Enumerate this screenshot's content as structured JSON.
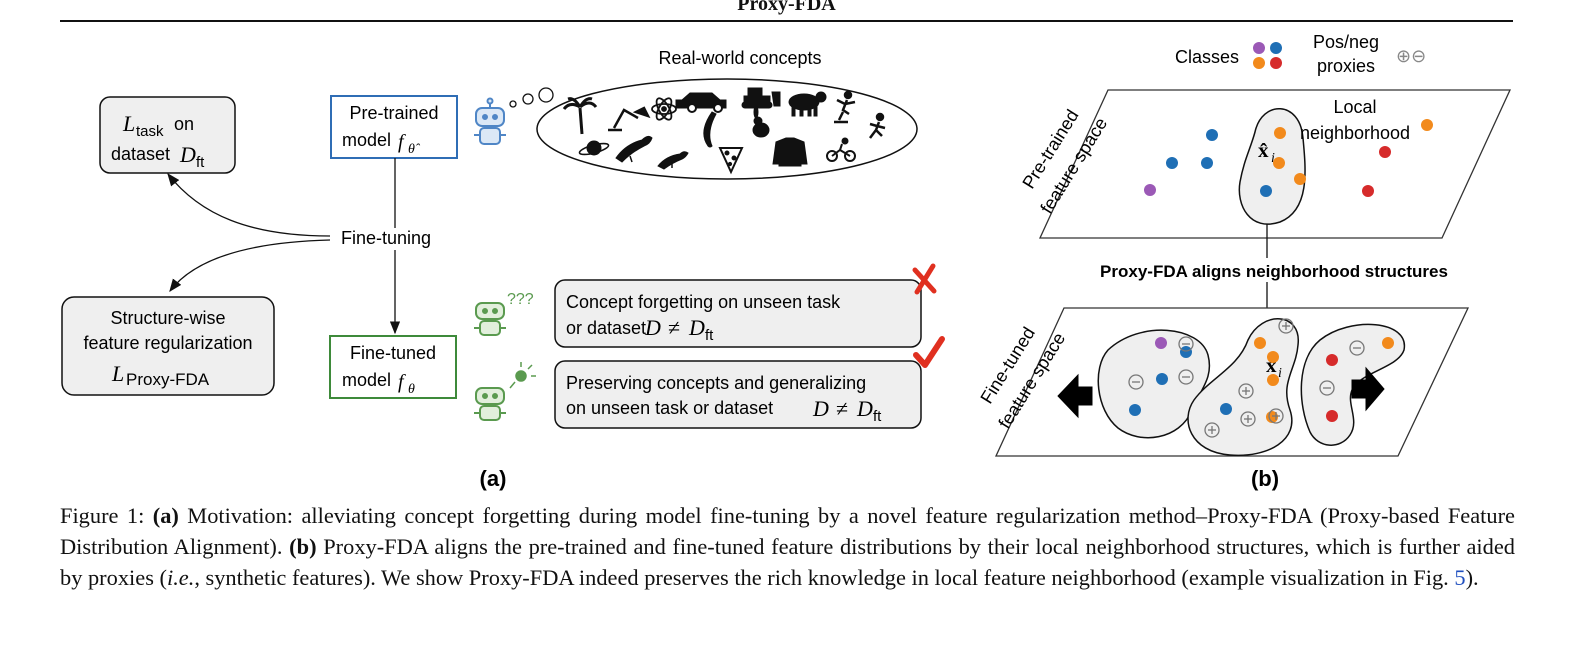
{
  "header": {
    "title": "Proxy-FDA"
  },
  "panel_a": {
    "label": "(a)",
    "task_loss": {
      "text_on": "on",
      "text_dataset": "dataset"
    },
    "fine_tuning": "Fine-tuning",
    "structure_reg": {
      "line1": "Structure-wise",
      "line2": "feature regularization"
    },
    "pretrained": {
      "line1": "Pre-trained",
      "line2": "model"
    },
    "finetuned": {
      "line1": "Fine-tuned",
      "line2": "model"
    },
    "concepts_title": "Real-world concepts",
    "question_marks": "???",
    "forgetting": {
      "line1": "Concept forgetting on unseen task",
      "line2": "or dataset"
    },
    "preserving": {
      "line1": "Preserving concepts and generalizing",
      "line2": "on unseen task or dataset"
    },
    "concept_icons": [
      "palm-tree",
      "desk-lamp",
      "atom",
      "car",
      "bulldozer",
      "cow",
      "skater",
      "runner",
      "planet",
      "bird",
      "bird",
      "banana",
      "rabbit",
      "pizza-slice",
      "sweater",
      "cyclist"
    ]
  },
  "panel_b": {
    "label": "(b)",
    "legend_classes": "Classes",
    "legend_proxies": {
      "line1": "Pos/neg",
      "line2": "proxies",
      "symbols": "⊕⊖"
    },
    "pretrained_space": {
      "line1": "Pre-trained",
      "line2": "feature space"
    },
    "local_neighborhood": {
      "line1": "Local",
      "line2": "neighborhood"
    },
    "aligns": "Proxy-FDA aligns neighborhood structures",
    "finetuned_space": {
      "line1": "Fine-tuned",
      "line2": "feature space"
    },
    "colors": {
      "purple": "#9b59b6",
      "blue": "#1f6fb5",
      "orange": "#f28a1c",
      "red": "#d62b2b"
    }
  },
  "caption": {
    "prefix": "Figure 1:",
    "a_label": "(a)",
    "part1": "Motivation: alleviating concept forgetting during model fine-tuning by a novel feature regularization method–Proxy-FDA (Proxy-based Feature Distribution Alignment).",
    "b_label": "(b)",
    "part2": "Proxy-FDA aligns the pre-trained and fine-tuned feature distributions by their local neighborhood structures, which is further aided by proxies (",
    "ie": "i.e.",
    "part3": ", synthetic features). We show Proxy-FDA indeed preserves the rich knowledge in local feature neighborhood (example visualization in Fig.",
    "fig_ref": "5",
    "part4": ")."
  }
}
